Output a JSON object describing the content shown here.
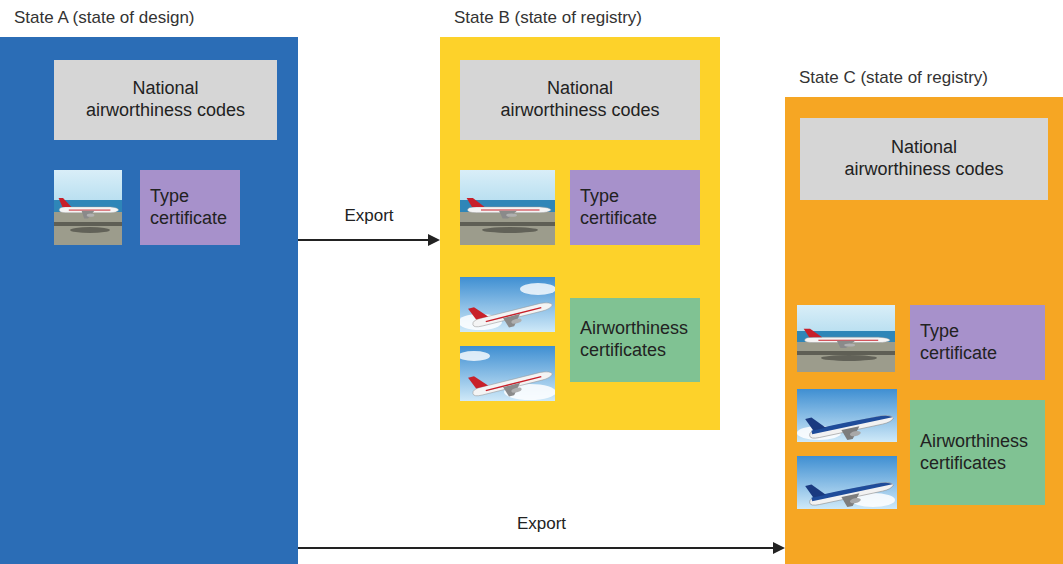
{
  "diagram": {
    "nodes": [
      {
        "text": [
          "State A (state of design)"
        ]
      },
      {
        "text": [
          "National airworthiness codes"
        ],
        "in": 0
      },
      {
        "text": [
          "Type certificate"
        ],
        "in": 0
      },
      {
        "text": [
          "State B (state of registry)"
        ]
      },
      {
        "text": [
          "National airworthiness codes"
        ],
        "in": 3
      },
      {
        "text": [
          "Type certificate"
        ],
        "in": 3
      },
      {
        "text": [
          "Airworthiness certificates"
        ],
        "in": 3
      },
      {
        "text": [
          "State C (state of registry)"
        ]
      },
      {
        "text": [
          "National airworthiness codes"
        ],
        "in": 7
      },
      {
        "text": [
          "Type certificate"
        ],
        "in": 7
      },
      {
        "text": [
          "Airworthiness certificates"
        ],
        "in": 7
      }
    ],
    "edges": [
      {
        "from": 0,
        "to": 3,
        "label": "Export",
        "arrow": "to"
      },
      {
        "from": 0,
        "to": 7,
        "label": "Export",
        "arrow": "to"
      }
    ]
  }
}
